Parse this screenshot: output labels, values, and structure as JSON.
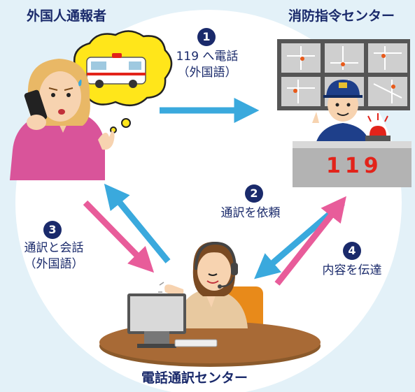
{
  "labels": {
    "caller": "外国人通報者",
    "command_center": "消防指令センター",
    "interpretation_center": "電話通訳センター"
  },
  "steps": [
    {
      "number": "1",
      "lines": [
        "119 へ電話",
        "（外国語）"
      ]
    },
    {
      "number": "2",
      "lines": [
        "通訳を依頼"
      ]
    },
    {
      "number": "3",
      "lines": [
        "通訳と会話",
        "（外国語）"
      ]
    },
    {
      "number": "4",
      "lines": [
        "内容を伝達"
      ]
    }
  ],
  "counter_sign": "119",
  "colors": {
    "background": "#e3f1f8",
    "circle": "#ffffff",
    "text": "#1a2a6b",
    "arrow_blue": "#3aa9dd",
    "arrow_pink": "#e85c9a",
    "sign_red": "#e2231a"
  },
  "icons": [
    "ambulance-icon",
    "phone-icon",
    "headset-icon",
    "computer-icon",
    "monitor-wall-icon",
    "warning-light-icon"
  ]
}
